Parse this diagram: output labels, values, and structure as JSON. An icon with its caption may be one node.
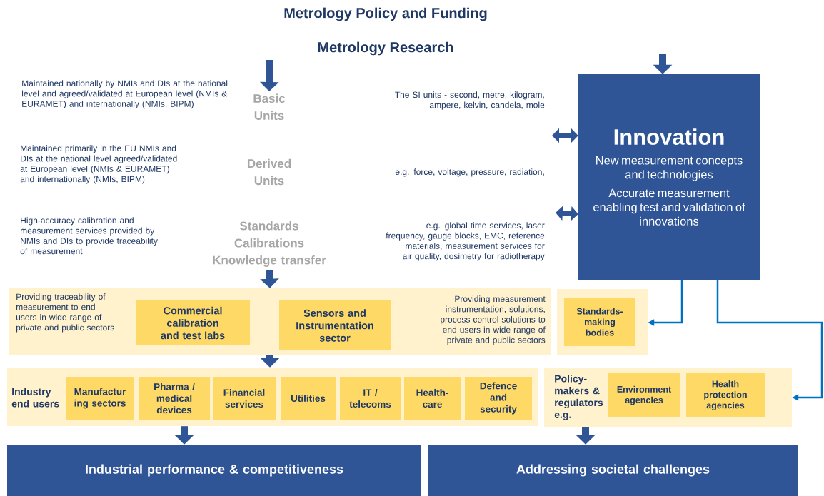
{
  "diagram": {
    "title": "Metrology Policy and Funding",
    "nodes": [
      {
        "text": [
          "Metrology Research"
        ]
      },
      {
        "text": [
          "Basic Units"
        ]
      },
      {
        "text": [
          "Derived Units"
        ]
      },
      {
        "text": [
          "Standards Calibrations Knowledge transfer"
        ]
      },
      {
        "text": [
          "Innovation",
          "New measurement concepts and technologies",
          "Accurate measurement enabling test and validation of innovations"
        ]
      },
      {
        "text": [
          "Providing traceability of measurement to end users in wide range of private and public sectors",
          "Providing measurement instrumentation, solutions, process control solutions to end users in wide range of private and public sectors"
        ]
      },
      {
        "text": [
          "Commercial calibration and test labs"
        ],
        "in": 5
      },
      {
        "text": [
          "Sensors and Instrumentation sector"
        ],
        "in": 5
      },
      {
        "text": [],
        "shape": "box"
      },
      {
        "text": [
          "Standards-making bodies"
        ],
        "in": 8
      },
      {
        "text": [
          "Industry end users"
        ]
      },
      {
        "text": [
          "Manufactur ing sectors"
        ],
        "in": 10
      },
      {
        "text": [
          "Pharma / medical devices"
        ],
        "in": 10
      },
      {
        "text": [
          "Financial services"
        ],
        "in": 10
      },
      {
        "text": [
          "Utilities"
        ],
        "in": 10
      },
      {
        "text": [
          "IT / telecoms"
        ],
        "in": 10
      },
      {
        "text": [
          "Health-care"
        ],
        "in": 10
      },
      {
        "text": [
          "Defence and security"
        ],
        "in": 10
      },
      {
        "text": [
          "Policy-makers & regulators e.g."
        ]
      },
      {
        "text": [
          "Environment agencies"
        ],
        "in": 18
      },
      {
        "text": [
          "Health protection agencies"
        ],
        "in": 18
      },
      {
        "text": [
          "Industrial performance & competitiveness"
        ]
      },
      {
        "text": [
          "Addressing societal challenges"
        ]
      }
    ],
    "edges": [
      {
        "from": null,
        "to": 1,
        "arrow": "to"
      },
      {
        "from": null,
        "to": 4,
        "arrow": "to"
      },
      {
        "from": null,
        "to": 4,
        "arrow": "both"
      },
      {
        "from": null,
        "to": 4,
        "arrow": "both"
      },
      {
        "from": 3,
        "to": 5,
        "arrow": "to"
      },
      {
        "from": 4,
        "to": 8,
        "arrow": "to",
        "color": "#0070c0"
      },
      {
        "from": 4,
        "to": 18,
        "arrow": "to",
        "color": "#0070c0"
      },
      {
        "from": 5,
        "to": 10,
        "arrow": "to"
      },
      {
        "from": 10,
        "to": 21,
        "arrow": "to"
      },
      {
        "from": 18,
        "to": 22,
        "arrow": "to"
      }
    ],
    "labels": [
      "Maintained nationally by NMIs and DIs at the national level and agreed/validated at European level (NMIs & EURAMET) and internationally (NMIs, BIPM)",
      "The SI units - second, metre, kilogram, ampere, kelvin, candela, mole",
      "Maintained primarily in the EU NMIs and DIs at the national level agreed/validated at European level (NMIs & EURAMET) and internationally (NMIs, BIPM)",
      "e.g. force, voltage, pressure, radiation,",
      "High-accuracy calibration and measurement services provided by NMIs and DIs to provide traceability of measurement",
      "e.g. global time services, laser frequency, gauge blocks, EMC, reference materials, measurement services for air quality, dosimetry for radiotherapy"
    ]
  }
}
